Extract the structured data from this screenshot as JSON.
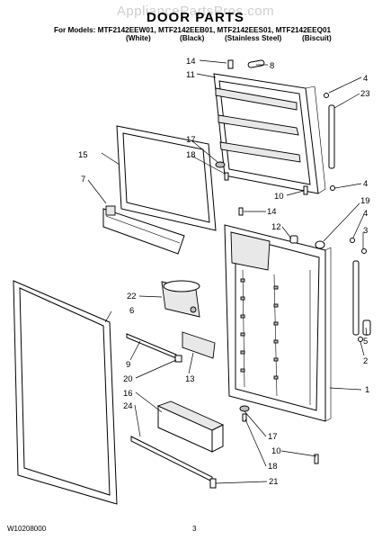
{
  "watermark": "AppliancePartsPros.com",
  "title": "DOOR PARTS",
  "models_line": "For Models: MTF2142EEW01, MTF2142EEB01, MTF2142EES01, MTF2142EEQ01",
  "color_variants": [
    "(White)",
    "(Black)",
    "(Stainless Steel)",
    "(Biscuit)"
  ],
  "footer": {
    "doc_number": "W10208000",
    "page_number": "3"
  },
  "callouts": {
    "c14a": "14",
    "c8": "8",
    "c11": "11",
    "c4a": "4",
    "c23": "23",
    "c15": "15",
    "c17a": "17",
    "c18a": "18",
    "c7": "7",
    "c10a": "10",
    "c4b": "4",
    "c19": "19",
    "c14b": "14",
    "c12": "12",
    "c4c": "4",
    "c3": "3",
    "c22": "22",
    "c6": "6",
    "c5": "5",
    "c9": "9",
    "c13": "13",
    "c2": "2",
    "c20": "20",
    "c1": "1",
    "c16": "16",
    "c24": "24",
    "c17b": "17",
    "c10b": "10",
    "c18b": "18",
    "c21": "21"
  }
}
